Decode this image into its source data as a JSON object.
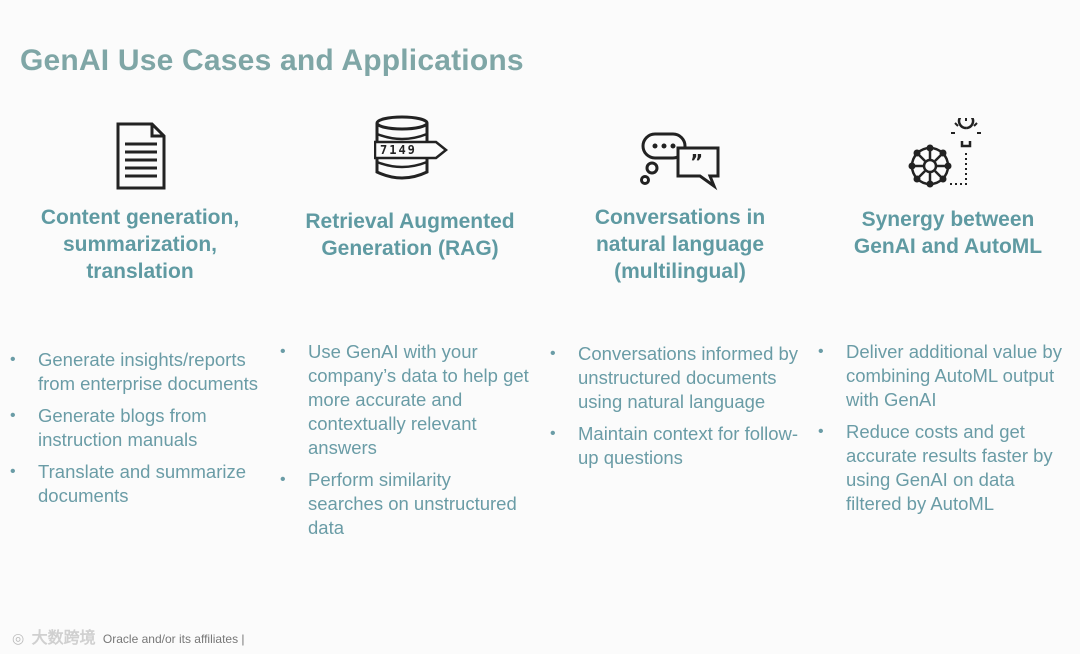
{
  "title": "GenAI Use Cases and Applications",
  "columns": [
    {
      "heading_lines": [
        "Content generation,",
        "summarization,",
        "translation"
      ],
      "bullets": [
        "Generate insights/reports from enterprise documents",
        "Generate blogs from instruction manuals",
        "Translate and summarize documents"
      ],
      "icon": "document-icon"
    },
    {
      "heading_lines": [
        "Retrieval Augmented",
        "Generation (RAG)"
      ],
      "bullets": [
        "Use GenAI with your company’s data to help get more accurate and contextually relevant answers",
        "Perform similarity searches on unstructured data"
      ],
      "icon": "database-icon",
      "icon_text": "7149"
    },
    {
      "heading_lines": [
        "Conversations in",
        "natural language",
        "(multilingual)"
      ],
      "bullets": [
        "Conversations informed by unstructured documents using natural language",
        "Maintain context for follow-up questions"
      ],
      "icon": "chat-bubbles-icon"
    },
    {
      "heading_lines": [
        "Synergy between",
        "GenAI and AutoML"
      ],
      "bullets": [
        "Deliver additional value by combining AutoML output with GenAI",
        "Reduce costs and get accurate results faster by using GenAI on data filtered by AutoML"
      ],
      "icon": "network-lightbulb-icon"
    }
  ],
  "footer": {
    "watermark": "大数跨境",
    "text": "Oracle and/or its affiliates |"
  },
  "colors": {
    "title": "#7fa6a6",
    "heading": "#5f9aa2",
    "body": "#6a9ca6",
    "icon": "#222222"
  }
}
